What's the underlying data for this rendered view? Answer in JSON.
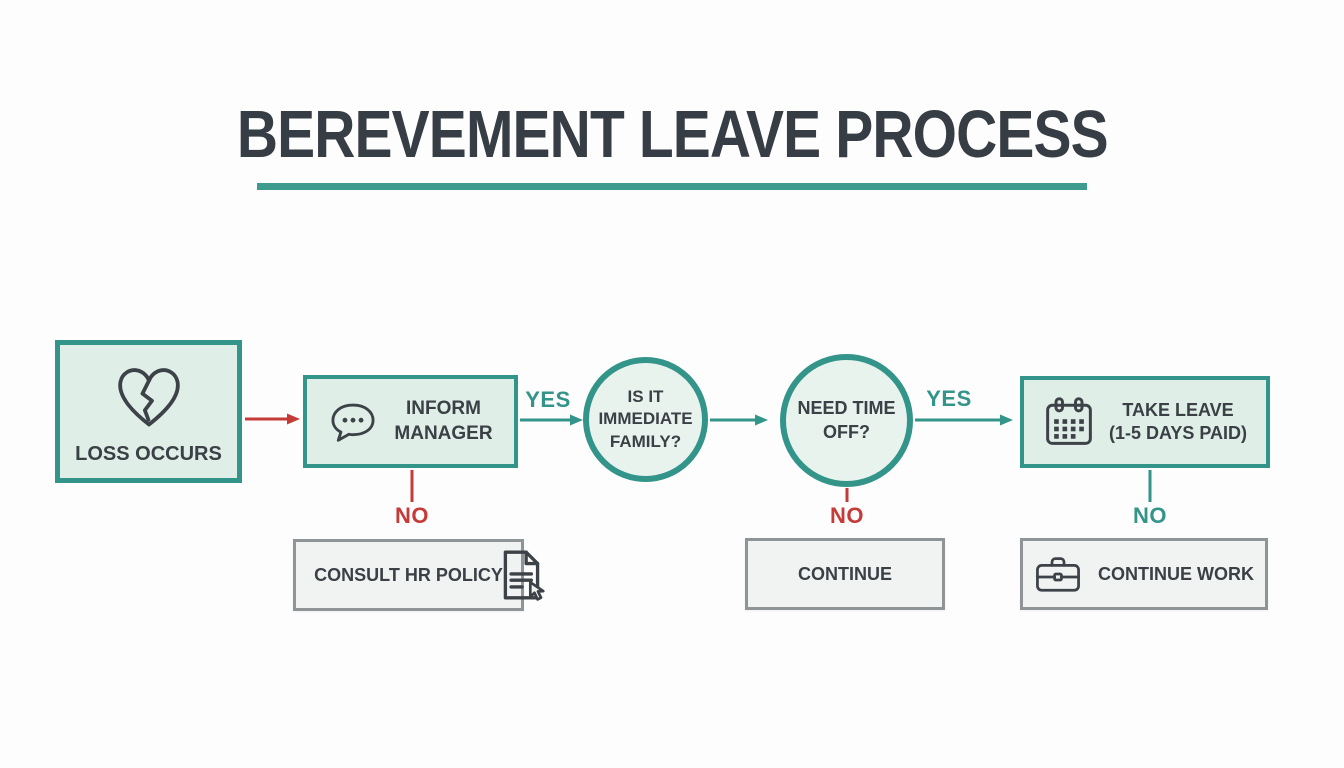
{
  "title": {
    "text": "BEREVEMENT LEAVE PROCESS"
  },
  "flow": {
    "loss": {
      "label": "LOSS OCCURS",
      "icon": "broken-heart-icon"
    },
    "inform": {
      "line1": "INFORM",
      "line2": "MANAGER",
      "icon": "speech-bubble-icon"
    },
    "family": {
      "line1": "IS IT",
      "line2": "IMMEDIATE",
      "line3": "FAMILY?"
    },
    "timeoff": {
      "line1": "NEED TIME",
      "line2": "OFF?"
    },
    "leave": {
      "line1": "TAKE LEAVE",
      "line2": "(1-5 DAYS PAID)",
      "icon": "calendar-icon"
    },
    "hr": {
      "label": "CONSULT HR POLICY",
      "icon": "document-click-icon"
    },
    "continue": {
      "label": "CONTINUE"
    },
    "work": {
      "label": "CONTINUE WORK",
      "icon": "briefcase-icon"
    }
  },
  "labels": {
    "yes_family": "YES",
    "yes_leave": "YES",
    "no_inform": "NO",
    "no_timeoff": "NO",
    "no_leave": "NO"
  },
  "colors": {
    "teal": "#33948a",
    "title_underline": "#3d9c8e",
    "red": "#c43b38",
    "dark_text": "#3a4045",
    "green_box_fill": "#dfeee6",
    "circle_fill": "#e8f3ee",
    "gray_box_fill": "#f1f2f2",
    "gray_box_border": "#8f9497",
    "background": "#fdfdfd"
  }
}
